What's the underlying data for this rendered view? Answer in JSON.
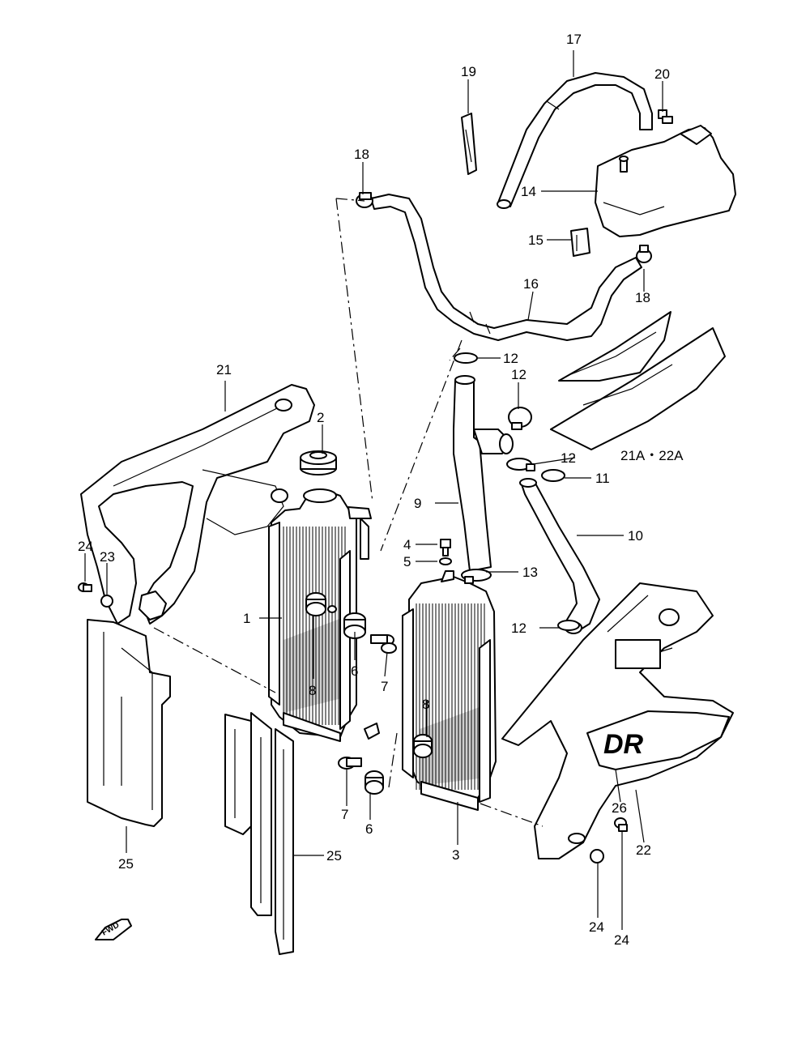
{
  "callouts": [
    {
      "id": "c1",
      "label": "1"
    },
    {
      "id": "c2",
      "label": "2"
    },
    {
      "id": "c3",
      "label": "3"
    },
    {
      "id": "c4",
      "label": "4"
    },
    {
      "id": "c5",
      "label": "5"
    },
    {
      "id": "c6a",
      "label": "6"
    },
    {
      "id": "c6b",
      "label": "6"
    },
    {
      "id": "c7a",
      "label": "7"
    },
    {
      "id": "c7b",
      "label": "7"
    },
    {
      "id": "c8a",
      "label": "8"
    },
    {
      "id": "c8b",
      "label": "8"
    },
    {
      "id": "c9",
      "label": "9"
    },
    {
      "id": "c10",
      "label": "10"
    },
    {
      "id": "c11",
      "label": "11"
    },
    {
      "id": "c12a",
      "label": "12"
    },
    {
      "id": "c12b",
      "label": "12"
    },
    {
      "id": "c12c",
      "label": "12"
    },
    {
      "id": "c12d",
      "label": "12"
    },
    {
      "id": "c13",
      "label": "13"
    },
    {
      "id": "c14",
      "label": "14"
    },
    {
      "id": "c15",
      "label": "15"
    },
    {
      "id": "c16",
      "label": "16"
    },
    {
      "id": "c17",
      "label": "17"
    },
    {
      "id": "c18a",
      "label": "18"
    },
    {
      "id": "c18b",
      "label": "18"
    },
    {
      "id": "c19",
      "label": "19"
    },
    {
      "id": "c20",
      "label": "20"
    },
    {
      "id": "c21",
      "label": "21"
    },
    {
      "id": "c21a22a",
      "label": "21A・22A"
    },
    {
      "id": "c22",
      "label": "22"
    },
    {
      "id": "c23a",
      "label": "23"
    },
    {
      "id": "c23b",
      "label": "23"
    },
    {
      "id": "c24a",
      "label": "24"
    },
    {
      "id": "c24b",
      "label": "24"
    },
    {
      "id": "c25a",
      "label": "25"
    },
    {
      "id": "c25b",
      "label": "25"
    },
    {
      "id": "c26",
      "label": "26"
    }
  ],
  "fwd_label": "FWD",
  "emblem_text": "DR"
}
